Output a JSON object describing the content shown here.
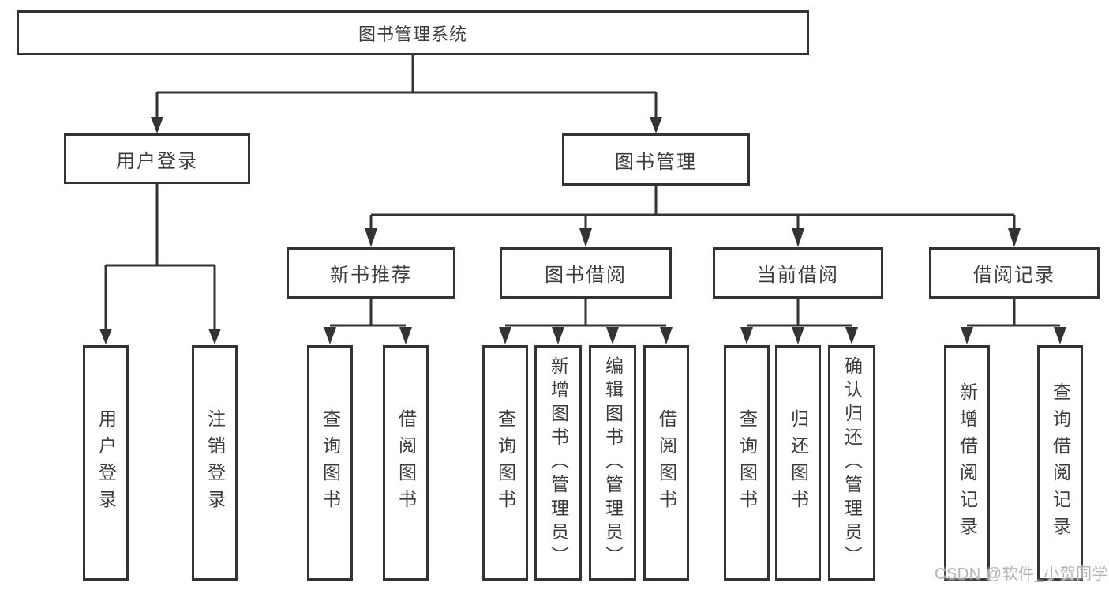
{
  "diagram": {
    "root": {
      "label": "图书管理系统"
    },
    "branches": [
      {
        "label": "用户登录",
        "leaves": [
          {
            "label": "用户登录"
          },
          {
            "label": "注销登录"
          }
        ]
      },
      {
        "label": "图书管理",
        "groups": [
          {
            "label": "新书推荐",
            "leaves": [
              {
                "label": "查询图书"
              },
              {
                "label": "借阅图书"
              }
            ]
          },
          {
            "label": "图书借阅",
            "leaves": [
              {
                "label": "查询图书"
              },
              {
                "label": "新增图书（管理员）"
              },
              {
                "label": "编辑图书（管理员）"
              },
              {
                "label": "借阅图书"
              }
            ]
          },
          {
            "label": "当前借阅",
            "leaves": [
              {
                "label": "查询图书"
              },
              {
                "label": "归还图书"
              },
              {
                "label": "确认归还（管理员）"
              }
            ]
          },
          {
            "label": "借阅记录",
            "leaves": [
              {
                "label": "新增借阅记录"
              },
              {
                "label": "查询借阅记录"
              }
            ]
          }
        ]
      }
    ]
  },
  "watermark": {
    "text": "CSDN @软件_小贺同学"
  },
  "colors": {
    "line": "#333333",
    "box_border": "#333333",
    "text": "#3c3c3c",
    "watermark": "#b4b4b4",
    "background": "#ffffff"
  }
}
